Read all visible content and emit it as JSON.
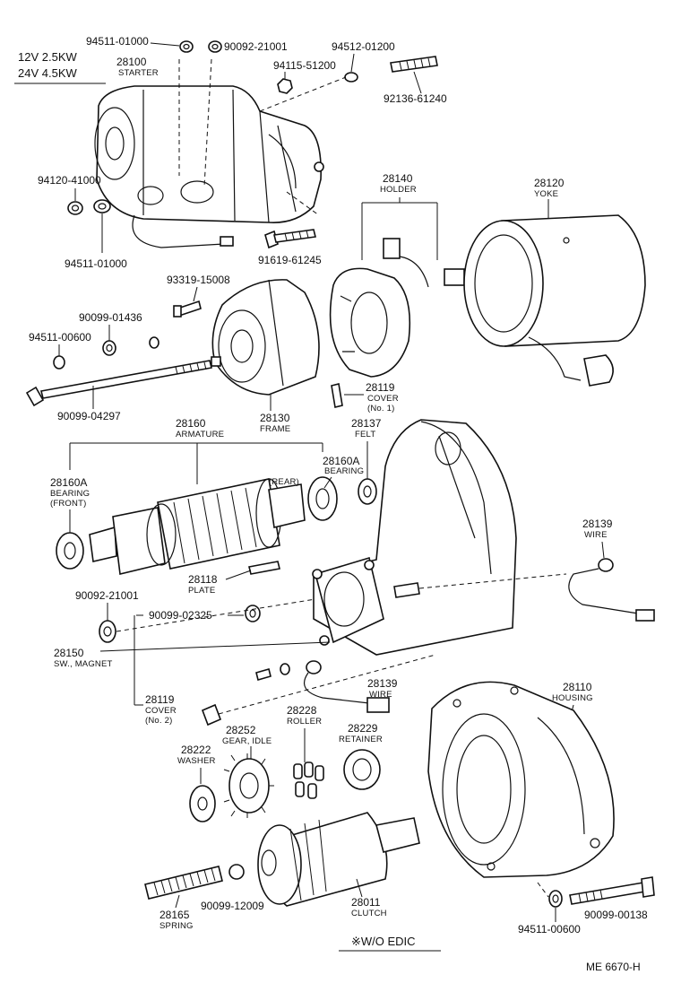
{
  "ratings": {
    "line1": "12V  2.5KW",
    "line2": "24V  4.5KW"
  },
  "parts": {
    "p94511_01000_top": "94511-01000",
    "p90092_21001_top": "90092-21001",
    "p94512_01200": "94512-01200",
    "p28100": "28100",
    "p28100_name": "STARTER",
    "p94115_51200": "94115-51200",
    "p92136_61240": "92136-61240",
    "p94120_41000": "94120-41000",
    "p94511_01000_mid": "94511-01000",
    "p91619_61245": "91619-61245",
    "p28140": "28140",
    "p28140_name": "HOLDER",
    "p28120": "28120",
    "p28120_name": "YOKE",
    "p93319_15008": "93319-15008",
    "p90099_01436": "90099-01436",
    "p94511_00600_left": "94511-00600",
    "p90099_04297": "90099-04297",
    "p28130": "28130",
    "p28130_name": "FRAME",
    "p28119_no1": "28119",
    "p28119_no1_name": "COVER",
    "p28119_no1_sub": "(No. 1)",
    "p28160": "28160",
    "p28160_name": "ARMATURE",
    "p28137": "28137",
    "p28137_name": "FELT",
    "p28160A_rear": "28160A",
    "p28160A_rear_name": "BEARING",
    "p28160A_rear_sub": "(REAR)",
    "p28160A_front": "28160A",
    "p28160A_front_name": "BEARING",
    "p28160A_front_sub": "(FRONT)",
    "p28139_top": "28139",
    "p28139_top_name": "WIRE",
    "p28118": "28118",
    "p28118_name": "PLATE",
    "p90092_21001_mid": "90092-21001",
    "p90099_02325": "90099-02325",
    "p28150": "28150",
    "p28150_name": "SW., MAGNET",
    "p28139_mid": "28139",
    "p28139_mid_name": "WIRE",
    "p28110": "28110",
    "p28110_name": "HOUSING",
    "p28119_no2": "28119",
    "p28119_no2_name": "COVER",
    "p28119_no2_sub": "(No. 2)",
    "p28228": "28228",
    "p28228_name": "ROLLER",
    "p28252": "28252",
    "p28252_name": "GEAR, IDLE",
    "p28229": "28229",
    "p28229_name": "RETAINER",
    "p28222": "28222",
    "p28222_name": "WASHER",
    "p28165": "28165",
    "p28165_name": "SPRING",
    "p90099_12009": "90099-12009",
    "p28011": "28011",
    "p28011_name": "CLUTCH",
    "p94511_00600_bottom": "94511-00600",
    "p90099_00138": "90099-00138"
  },
  "footnote": "※W/O EDIC",
  "diagram_code": "ME  6670-H"
}
